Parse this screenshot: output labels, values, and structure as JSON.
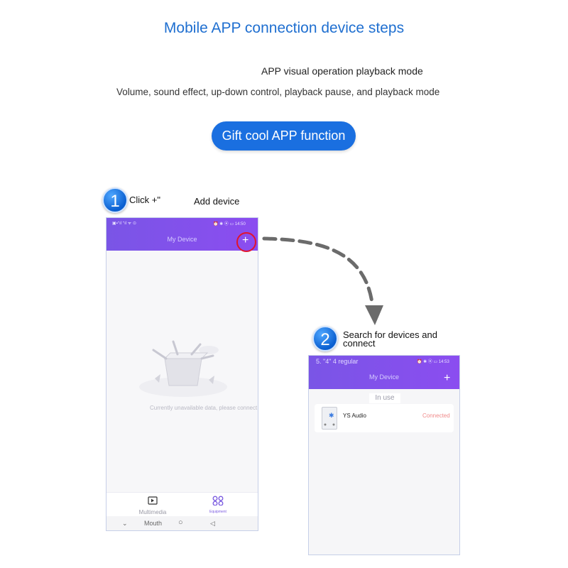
{
  "header": {
    "title": "Mobile APP connection device steps",
    "subtitle_1": "APP visual operation playback mode",
    "subtitle_2": "Volume, sound effect, up-down control, playback pause, and playback mode",
    "pill": "Gift cool APP function"
  },
  "steps": [
    {
      "number": "1",
      "label_a": "Click +\"",
      "label_b": "Add device"
    },
    {
      "number": "2",
      "label": "Search for devices and connect"
    }
  ],
  "phone1": {
    "status_left": "▣▪ᐩıl ᐩıl ᯤ ⊙",
    "status_right": "⏰ ✱ ⦿ ▭ 14:50",
    "header_title": "My Device",
    "add_icon": "+",
    "empty_text": "Currently unavailable data, please connect to the device first",
    "tabs": [
      {
        "label": "Multimedia",
        "icon": "play-icon"
      },
      {
        "label": "Equipment",
        "icon": "devices-icon"
      }
    ],
    "nav": {
      "back": "⌄",
      "label": "Mouth",
      "home": "○",
      "recent": "◁"
    }
  },
  "phone2": {
    "status_left": "5. \"4\" 4 regular",
    "status_right": "⏰ ✱ ⦿ ▭ 14:53",
    "header_title": "My Device",
    "add_icon": "+",
    "section_label": "In use",
    "device_name": "YS Audio",
    "device_status": "Connected"
  },
  "colors": {
    "accent_blue": "#1a6fe0",
    "header_purple": "#7a55e6",
    "highlight_red": "#e0142e",
    "connected_pink": "#f08a8a"
  }
}
